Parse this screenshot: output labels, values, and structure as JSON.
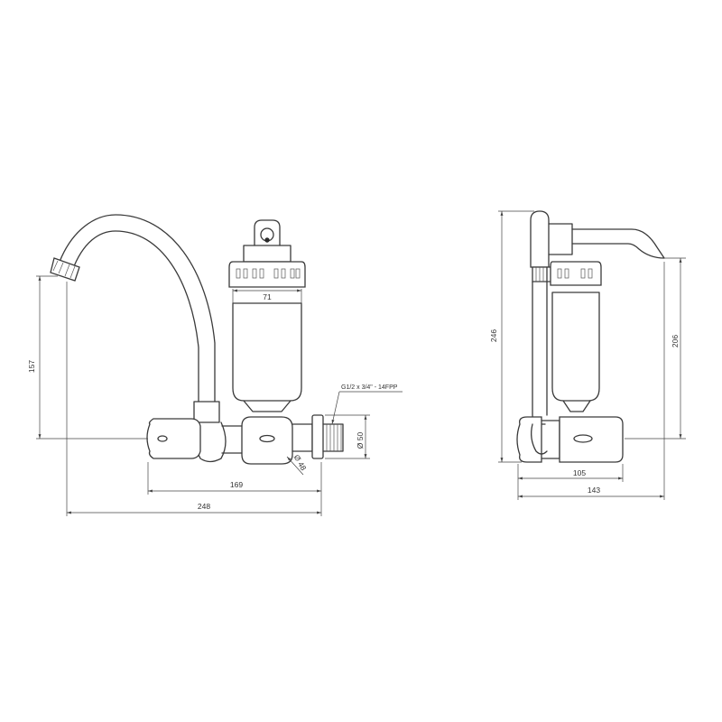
{
  "dimensions": {
    "outlet_height": "157",
    "filter_width": "71",
    "body_length": "169",
    "total_length": "248",
    "inlet_diameter": "Ø 50",
    "knob_diameter": "Ø 48",
    "thread": "G1/2 x 3/4\" - 14FPP",
    "side_total_height": "246",
    "side_spout_height": "206",
    "side_body_depth": "105",
    "side_total_depth": "143"
  }
}
